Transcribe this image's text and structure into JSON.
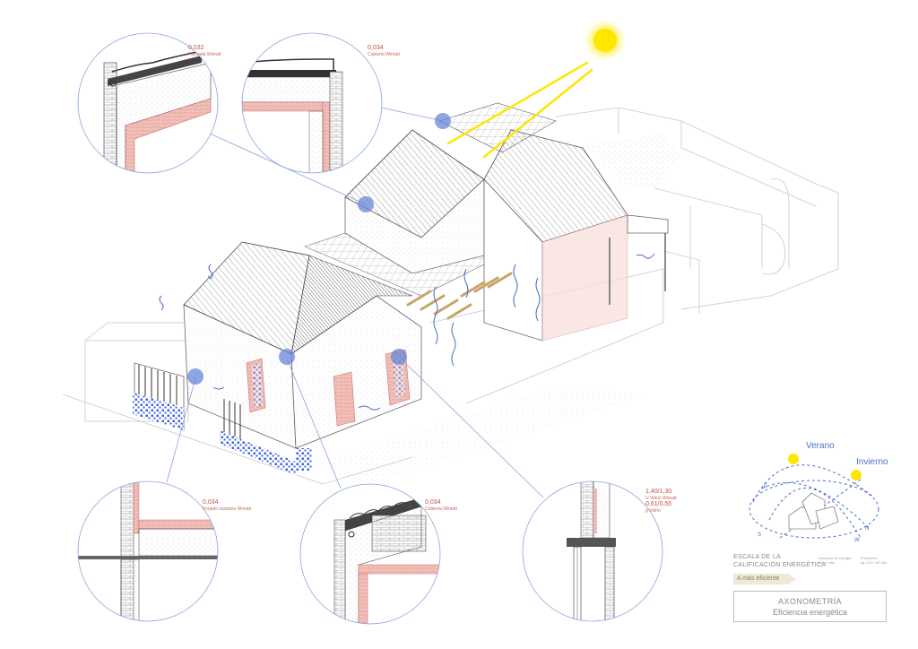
{
  "callouts": [
    {
      "id": "top-left",
      "value": "0,032",
      "label": "Fachada Wimatt"
    },
    {
      "id": "top-center",
      "value": "0,034",
      "label": "Cubierta Wimatt"
    },
    {
      "id": "bottom-left",
      "value": "0,034",
      "label": "Forjado sanitario Wimatt"
    },
    {
      "id": "bottom-center",
      "value": "0,034",
      "label": "Cubierta Wimatt"
    },
    {
      "id": "bottom-right",
      "value": "1,40/1,30",
      "label": "U Vidrio Wimatt",
      "value2": "0,61/0,55",
      "label2": "g Vidrio"
    }
  ],
  "sun_diagram": {
    "summer_label": "Verano",
    "winter_label": "Invierno",
    "compass": [
      "E",
      "N",
      "W",
      "S"
    ]
  },
  "energy_scale": {
    "title_line1": "ESCALA DE LA",
    "title_line2": "CALIFICACIÓN ENERGÉTICA",
    "meta_left_1": "Consumo de energía",
    "meta_left_2": "kW/m² año",
    "meta_right_1": "Emisiones",
    "meta_right_2": "kg CO2 / m² año",
    "grade_label": "A más eficiente"
  },
  "title_block": {
    "line1": "AXONOMETRÍA",
    "line2": "Eficiencia energética"
  },
  "colors": {
    "accent_blue": "#4a6fc4",
    "sun_yellow": "#ffe600",
    "brick_red": "#e8a39a",
    "tile_blue": "#3d63d8",
    "text_red": "#c0504a"
  }
}
